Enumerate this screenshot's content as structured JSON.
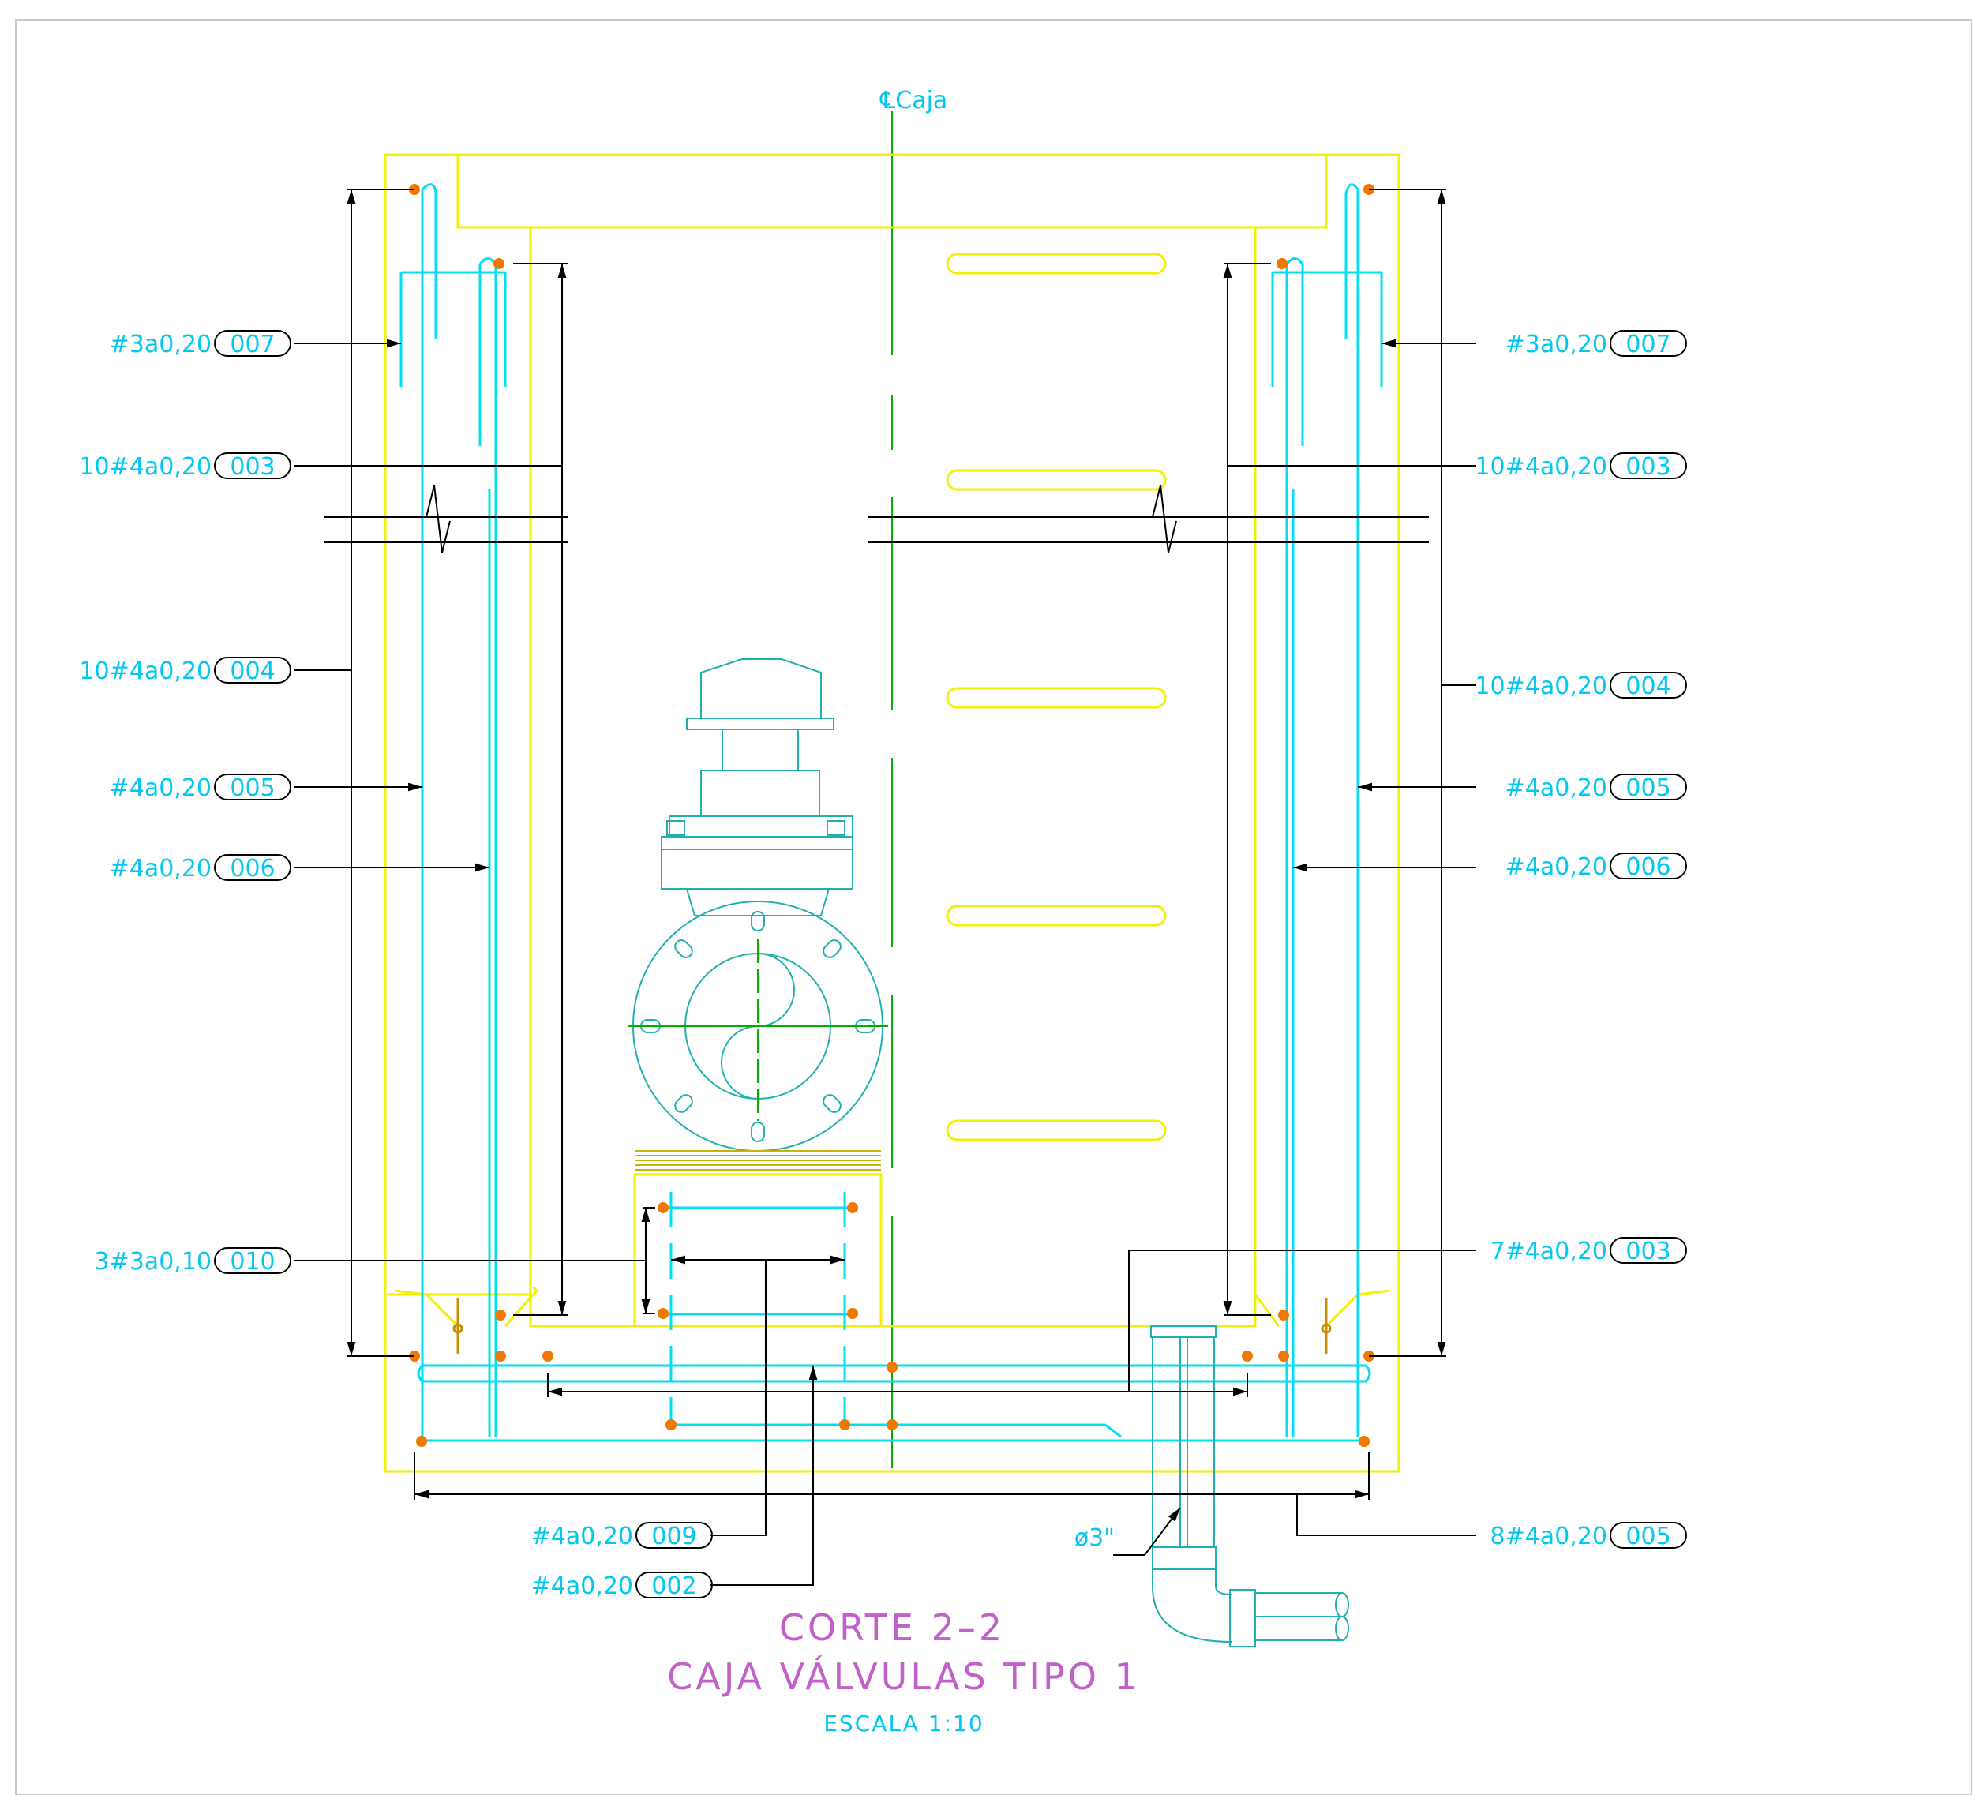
{
  "centerline_label": "℄Caja",
  "pipe_label": "ø3\"",
  "title": {
    "line1": "CORTE 2–2",
    "line2": "CAJA VÁLVULAS TIPO 1",
    "scale": "ESCALA 1:10"
  },
  "callouts_left": [
    {
      "spec": "#3a0,20",
      "tag": "007"
    },
    {
      "spec": "10#4a0,20",
      "tag": "003"
    },
    {
      "spec": "10#4a0,20",
      "tag": "004"
    },
    {
      "spec": "#4a0,20",
      "tag": "005"
    },
    {
      "spec": "#4a0,20",
      "tag": "006"
    },
    {
      "spec": "3#3a0,10",
      "tag": "010"
    }
  ],
  "callouts_right": [
    {
      "spec": "#3a0,20",
      "tag": "007"
    },
    {
      "spec": "10#4a0,20",
      "tag": "003"
    },
    {
      "spec": "10#4a0,20",
      "tag": "004"
    },
    {
      "spec": "#4a0,20",
      "tag": "005"
    },
    {
      "spec": "#4a0,20",
      "tag": "006"
    },
    {
      "spec": "7#4a0,20",
      "tag": "003"
    },
    {
      "spec": "8#4a0,20",
      "tag": "005"
    }
  ],
  "callouts_bottom": [
    {
      "spec": "#4a0,20",
      "tag": "009"
    },
    {
      "spec": "#4a0,20",
      "tag": "002"
    }
  ],
  "colors": {
    "concrete": "#f0f000",
    "rebar": "#00e0f0",
    "text": "#00c8f0",
    "dot": "#f07800",
    "centerline": "#00b000",
    "title": "#c060c8",
    "valve": "#20b0b0",
    "dimension": "#000000"
  }
}
